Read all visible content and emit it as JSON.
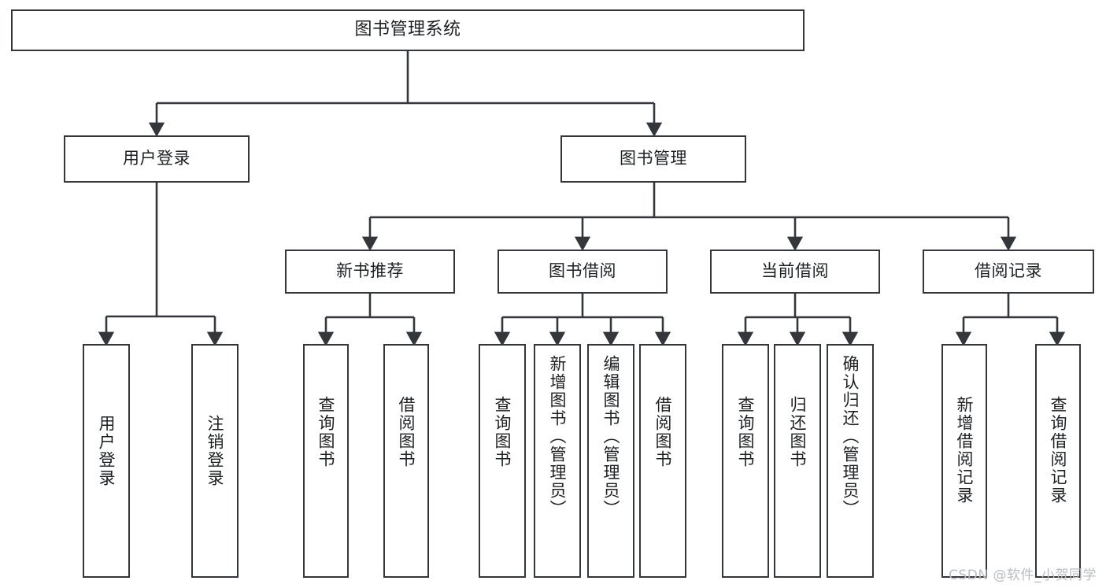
{
  "diagram": {
    "title": "图书管理系统",
    "type": "tree-hierarchy-chart",
    "root": {
      "label": "图书管理系统"
    },
    "level2": [
      {
        "label": "用户登录"
      },
      {
        "label": "图书管理"
      }
    ],
    "level3": [
      {
        "label": "新书推荐"
      },
      {
        "label": "图书借阅"
      },
      {
        "label": "当前借阅"
      },
      {
        "label": "借阅记录"
      }
    ],
    "leaves": {
      "user_login": [
        {
          "label": "用户登录"
        },
        {
          "label": "注销登录"
        }
      ],
      "new_book_recommend": [
        {
          "label": "查询图书"
        },
        {
          "label": "借阅图书"
        }
      ],
      "book_borrow": [
        {
          "label": "查询图书"
        },
        {
          "label": "新增图书（管理员）"
        },
        {
          "label": "编辑图书（管理员）"
        },
        {
          "label": "借阅图书"
        }
      ],
      "current_borrow": [
        {
          "label": "查询图书"
        },
        {
          "label": "归还图书"
        },
        {
          "label": "确认归还（管理员）"
        }
      ],
      "borrow_record": [
        {
          "label": "新增借阅记录"
        },
        {
          "label": "查询借阅记录"
        }
      ]
    }
  },
  "watermark": {
    "text": "CSDN @软件_小贺同学"
  },
  "colors": {
    "border": "#33373b",
    "text": "#1d2023",
    "background": "#ffffff",
    "watermark": "#b9bcc0"
  }
}
